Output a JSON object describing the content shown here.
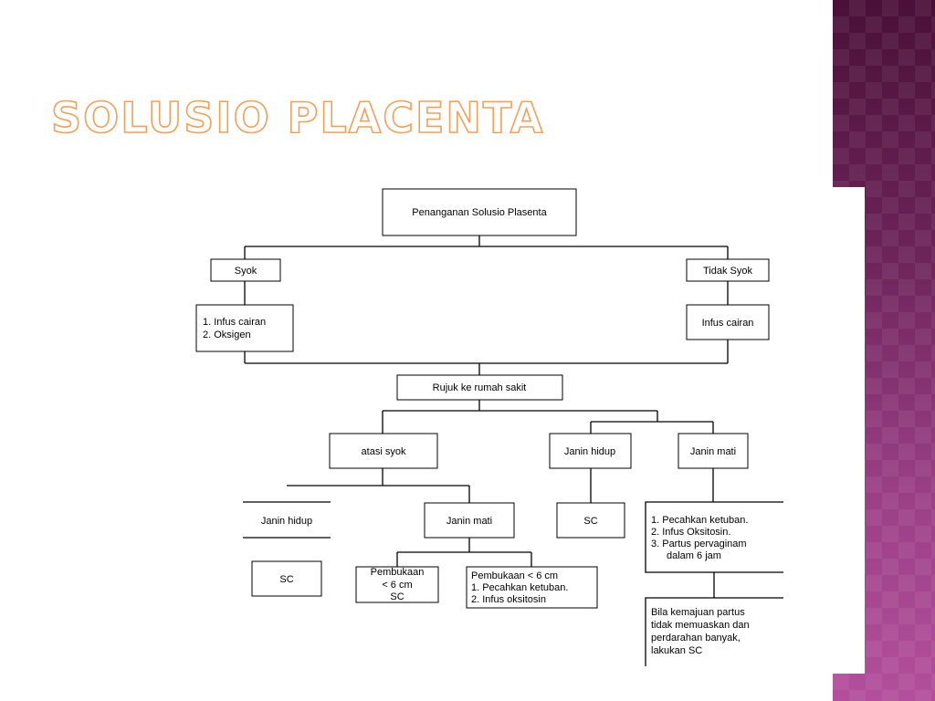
{
  "slide": {
    "title": "SOLUSIO PLACENTA",
    "accent_color": "#f0a15a",
    "band_colors": [
      "#4a1038",
      "#b34f9c"
    ]
  },
  "diagram": {
    "root": "Penanganan Solusio Plasenta",
    "syok": "Syok",
    "syok_actions": [
      "1. Infus cairan",
      "2. Oksigen"
    ],
    "tidak_syok": "Tidak Syok",
    "tidak_syok_action": "Infus cairan",
    "rujuk": "Rujuk ke rumah sakit",
    "atasi_syok": "atasi syok",
    "janin_hidup_left": "Janin hidup",
    "sc_left": "SC",
    "janin_mati_left": "Janin mati",
    "pembukaan_lt6": [
      "Pembukaan",
      "< 6 cm",
      "SC"
    ],
    "pembukaan_lt6_actions": [
      "Pembukaan < 6 cm",
      "1. Pecahkan ketuban.",
      "2. Infus oksitosin"
    ],
    "janin_hidup_right": "Janin hidup",
    "sc_right": "SC",
    "janin_mati_right": "Janin mati",
    "janin_mati_actions": [
      "1. Pecahkan ketuban.",
      "2. Infus Oksitosin.",
      "3. Partus pervaginam",
      "dalam 6 jam"
    ],
    "final_note": [
      "Bila kemajuan partus",
      "tidak memuaskan dan",
      "perdarahan banyak,",
      "lakukan SC"
    ]
  }
}
